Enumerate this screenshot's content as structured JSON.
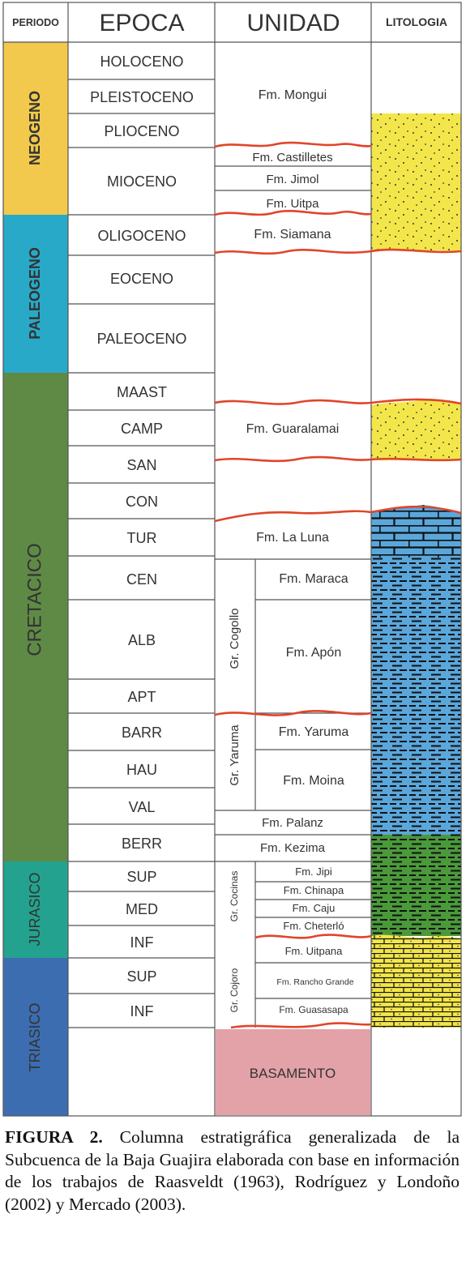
{
  "headers": {
    "periodo": "PERIODO",
    "epoca": "EPOCA",
    "unidad": "UNIDAD",
    "litologia": "LITOLOGIA"
  },
  "periods": [
    {
      "label": "NEOGENO",
      "color": "#f2c94c"
    },
    {
      "label": "PALEOGENO",
      "color": "#29a9c8"
    },
    {
      "label": "CRETACICO",
      "color": "#5e8a46"
    },
    {
      "label": "JURASICO",
      "color": "#23a38f"
    },
    {
      "label": "TRIASICO",
      "color": "#3c6db1"
    }
  ],
  "epochs": [
    "HOLOCENO",
    "PLEISTOCENO",
    "PLIOCENO",
    "MIOCENO",
    "OLIGOCENO",
    "EOCENO",
    "PALEOCENO",
    "MAAST",
    "CAMP",
    "SAN",
    "CON",
    "TUR",
    "CEN",
    "ALB",
    "APT",
    "BARR",
    "HAU",
    "VAL",
    "BERR",
    "SUP",
    "MED",
    "INF",
    "SUP",
    "INF"
  ],
  "groups": [
    "Gr. Cogollo",
    "Gr. Yaruma",
    "Gr. Cocinas",
    "Gr. Cojoro"
  ],
  "units": [
    "Fm. Mongui",
    "Fm. Castilletes",
    "Fm. Jimol",
    "Fm. Uitpa",
    "Fm. Siamana",
    "Fm. Guaralamai",
    "Fm. La Luna",
    "Fm. Maraca",
    "Fm. Apón",
    "Fm. Yaruma",
    "Fm. Moina",
    "Fm. Palanz",
    "Fm. Kezima",
    "Fm. Jipi",
    "Fm. Chinapa",
    "Fm. Caju",
    "Fm. Cheterló",
    "Fm. Uitpana",
    "Fm. Rancho Grande",
    "Fm. Guasasapa"
  ],
  "basement": "BASAMENTO",
  "colors": {
    "sandstone": "#f3e64a",
    "limestone": "#5aa7dc",
    "shale_green": "#4a9a3a",
    "unconformity": "#e0452a",
    "basement": "#e3a2a8"
  },
  "caption": {
    "label": "FIGURA 2.",
    "text": " Columna estratigráfica generalizada de la Subcuenca de la Baja Guajira elaborada con base en información de los trabajos de Raasveldt (1963), Rodríguez y Londoño (2002) y Mercado (2003)."
  }
}
